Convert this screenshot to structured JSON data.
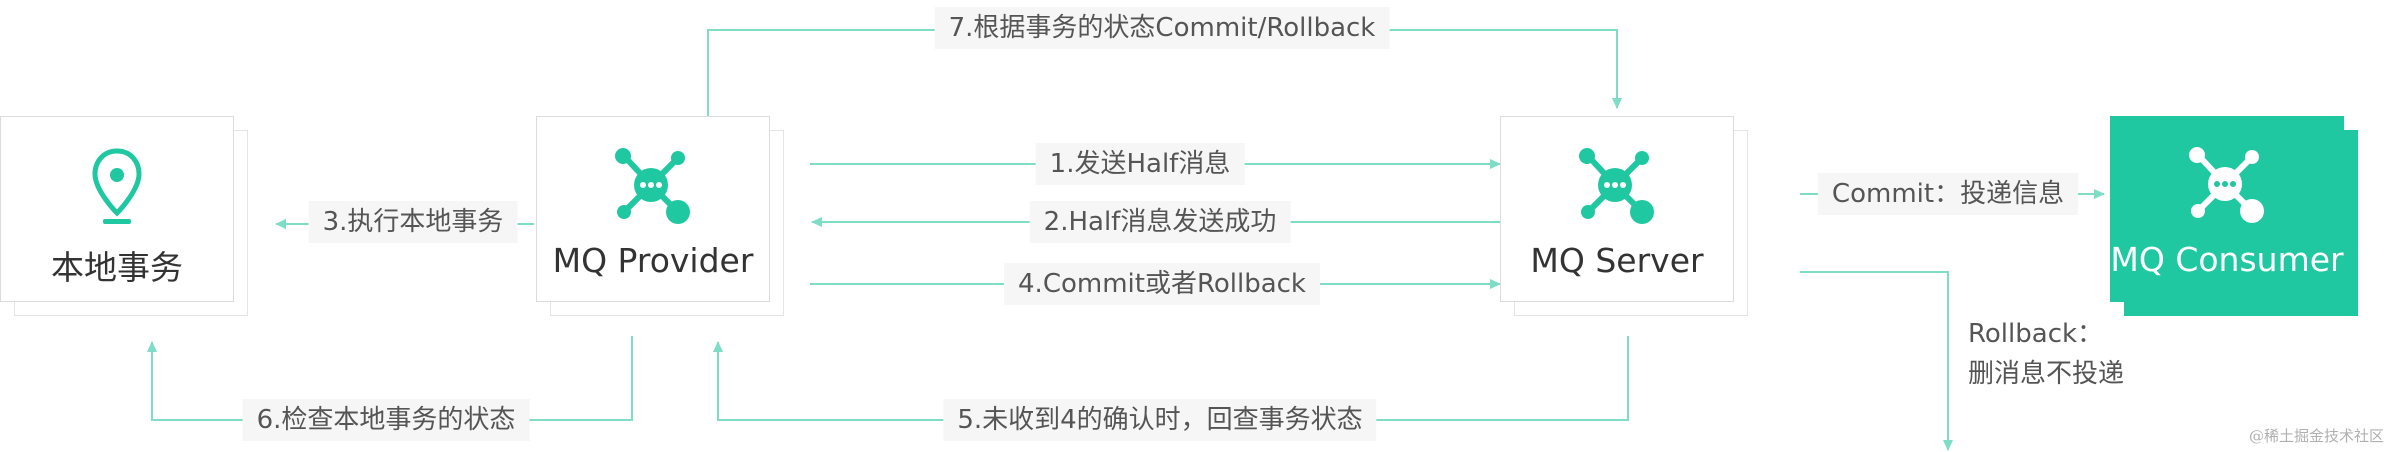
{
  "colors": {
    "accent": "#1fc8a1",
    "line": "#7fdcc5",
    "label_bg": "#f6f6f6"
  },
  "nodes": {
    "local_tx": {
      "label": "本地事务",
      "icon": "location-pin-icon"
    },
    "provider": {
      "label": "MQ Provider",
      "icon": "message-hub-icon"
    },
    "server": {
      "label": "MQ Server",
      "icon": "message-hub-icon"
    },
    "consumer": {
      "label": "MQ Consumer",
      "icon": "message-hub-icon"
    }
  },
  "edges": {
    "step1": "1.发送Half消息",
    "step2": "2.Half消息发送成功",
    "step3": "3.执行本地事务",
    "step4": "4.Commit或者Rollback",
    "step5": "5.未收到4的确认时，回查事务状态",
    "step6": "6.检查本地事务的状态",
    "step7": "7.根据事务的状态Commit/Rollback",
    "commit": "Commit：投递信息",
    "rollback_title": "Rollback：",
    "rollback_desc": "删消息不投递"
  },
  "watermark": "@稀土掘金技术社区"
}
